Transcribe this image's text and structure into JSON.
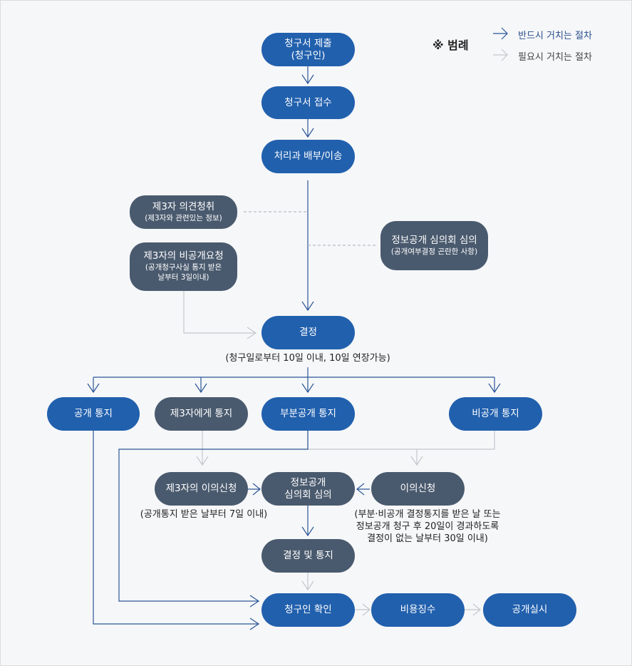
{
  "legend": {
    "title": "※ 범례",
    "required": "반드시 거치는 절차",
    "optional": "필요시 거치는 절차"
  },
  "nodes": {
    "submit": {
      "title": "청구서 제출",
      "sub": "(청구인)"
    },
    "receive": {
      "title": "청구서 접수"
    },
    "distribute": {
      "title": "처리과 배부/이송"
    },
    "third_party_opinion": {
      "title": "제3자 의견청취",
      "sub": "(제3자와 관련있는 정보)"
    },
    "third_party_request": {
      "title": "제3자의 비공개요청",
      "sub1": "(공개청구사실 통지 받은",
      "sub2": "날부터  3일이내)"
    },
    "committee_review": {
      "title": "정보공개 심의회 심의",
      "sub": "(공개여부결정 곤란한 사항)"
    },
    "decision": {
      "title": "결정"
    },
    "public_notice": {
      "title": "공개 통지"
    },
    "third_party_notice": {
      "title": "제3자에게 통지"
    },
    "partial_notice": {
      "title": "부분공개 통지"
    },
    "nonpublic_notice": {
      "title": "비공개 통지"
    },
    "third_party_objection": {
      "title": "제3자의 이의신청"
    },
    "committee_review2": {
      "title1": "정보공개",
      "title2": "심의회 심의"
    },
    "objection": {
      "title": "이의신청"
    },
    "decision_notice": {
      "title": "결정 및 통지"
    },
    "confirm": {
      "title": "청구인 확인"
    },
    "fee": {
      "title": "비용징수"
    },
    "disclosure": {
      "title": "공개실시"
    }
  },
  "notes": {
    "decision_deadline": "(청구일로부터 10일 이내, 10일 연장가능)",
    "objection_deadline_third": "(공개통지 받은 날부터 7일 이내)",
    "objection_deadline_line1": "(부분·비공개 결정통지를 받은 날 또는",
    "objection_deadline_line2": "정보공개 청구 후 20일이 경과하도록",
    "objection_deadline_line3": "결정이 없는 날부터 30일 이내)"
  },
  "colors": {
    "required_node": "#2160ad",
    "optional_node": "#4a5a6e",
    "required_line": "#2a5596",
    "optional_line": "#c3c7cc"
  }
}
